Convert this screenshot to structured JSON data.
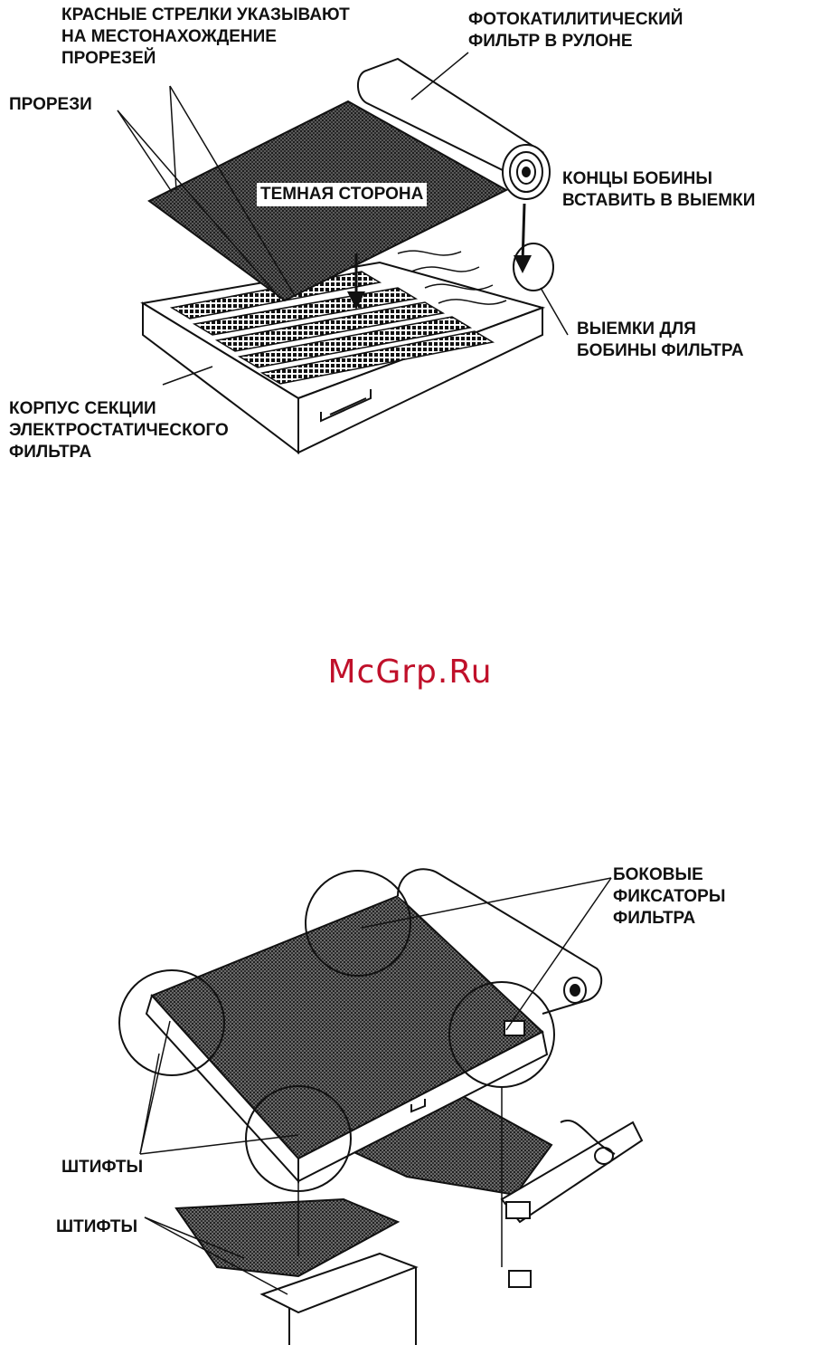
{
  "figure1": {
    "labels": {
      "red_arrows": [
        "КРАСНЫЕ СТРЕЛКИ УКАЗЫВАЮТ",
        "НА МЕСТОНАХОЖДЕНИЕ",
        "ПРОРЕЗЕЙ"
      ],
      "roll_filter": [
        "ФОТОКАТИЛИТИЧЕСКИЙ",
        "ФИЛЬТР В РУЛОНЕ"
      ],
      "slots": [
        "ПРОРЕЗИ"
      ],
      "dark_side": "ТЕМНАЯ СТОРОНА",
      "spool_ends": [
        "КОНЦЫ БОБИНЫ",
        "ВСТАВИТЬ В ВЫЕМКИ"
      ],
      "spool_notches": [
        "ВЫЕМКИ ДЛЯ",
        "БОБИНЫ ФИЛЬТРА"
      ],
      "housing": [
        "КОРПУС СЕКЦИИ",
        "ЭЛЕКТРОСТАТИЧЕСКОГО",
        "ФИЛЬТРА"
      ]
    }
  },
  "watermark": "McGrp.Ru",
  "figure2": {
    "labels": {
      "side_clips": [
        "БОКОВЫЕ",
        "ФИКСАТОРЫ",
        "ФИЛЬТРА"
      ],
      "pins_1": "ШТИФТЫ",
      "pins_2": "ШТИФТЫ"
    }
  },
  "colors": {
    "ink": "#111111",
    "mesh": "#3a3a3a",
    "watermark": "#c0102a"
  }
}
